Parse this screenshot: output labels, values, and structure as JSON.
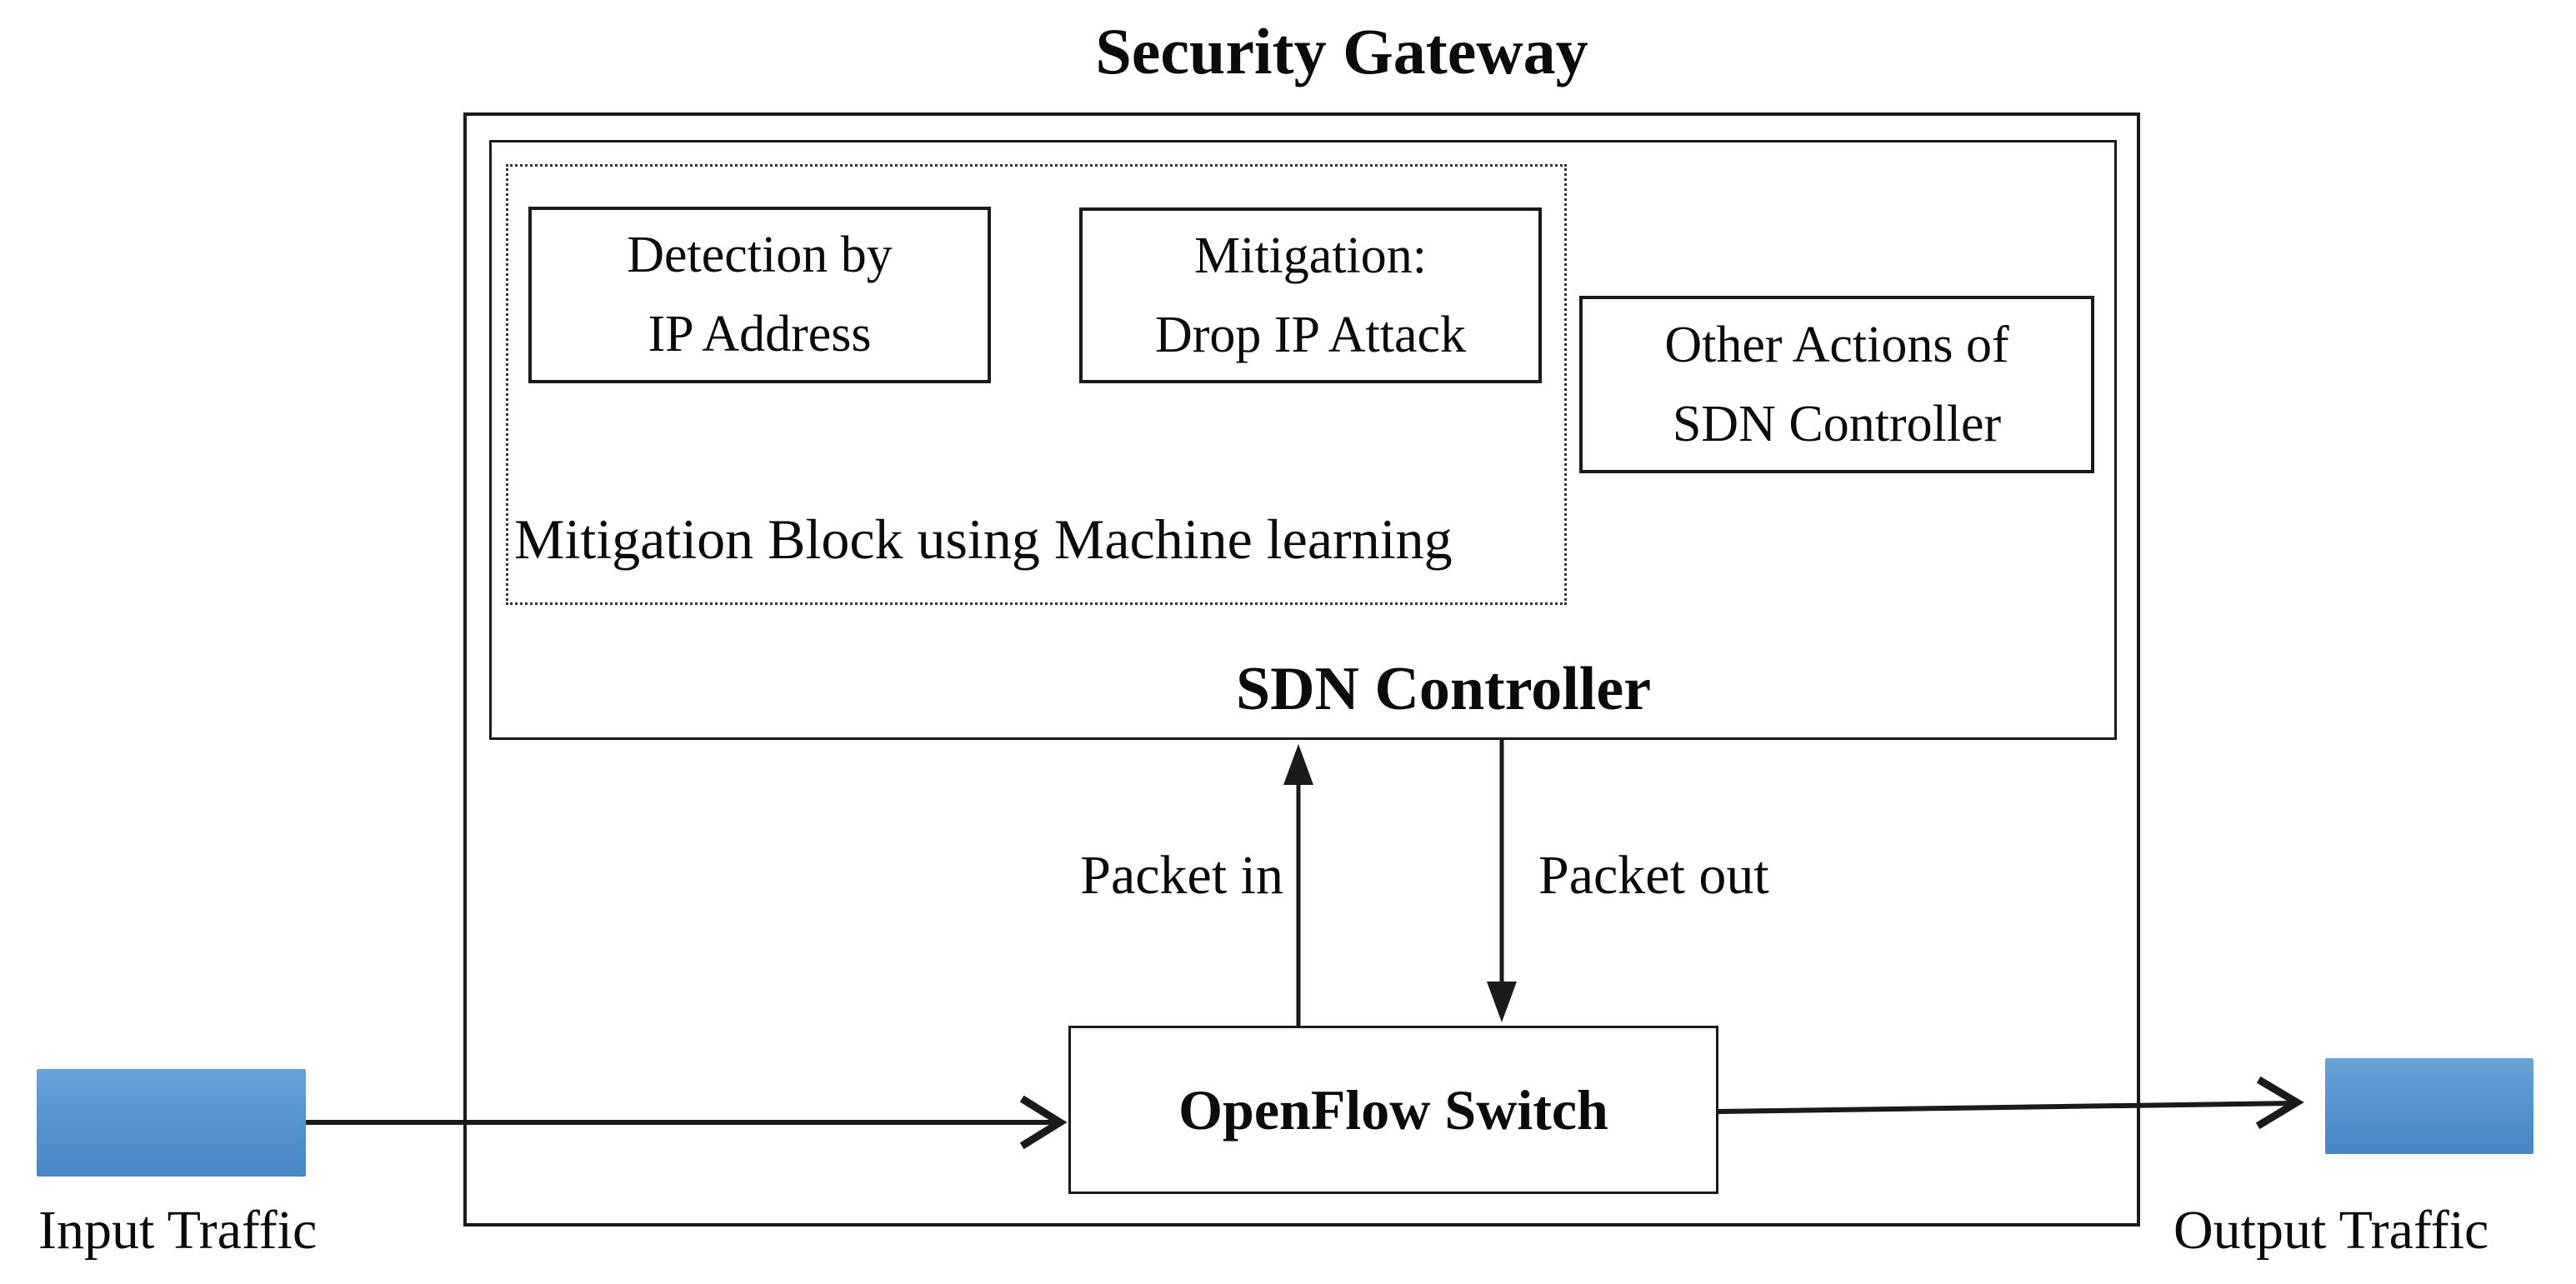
{
  "diagram": {
    "title": "Security Gateway",
    "sdn_controller": {
      "label": "SDN Controller",
      "mitigation_block": {
        "label": "Mitigation Block using Machine learning",
        "detection_box": {
          "line1": "Detection by",
          "line2": "IP Address"
        },
        "mitigation_box": {
          "line1": "Mitigation:",
          "line2": "Drop IP Attack"
        }
      },
      "other_actions_box": {
        "line1": "Other Actions of",
        "line2": "SDN Controller"
      }
    },
    "openflow_switch": {
      "label": "OpenFlow Switch"
    },
    "arrows": {
      "packet_in": "Packet in",
      "packet_out": "Packet out"
    },
    "input_traffic": {
      "label": "Input Traffic"
    },
    "output_traffic": {
      "label": "Output Traffic"
    },
    "colors": {
      "line": "#1a1a1a",
      "traffic_fill_top": "#68a3d9",
      "traffic_fill_bottom": "#4687c5",
      "background": "#ffffff",
      "text": "#0b0b0b"
    }
  }
}
